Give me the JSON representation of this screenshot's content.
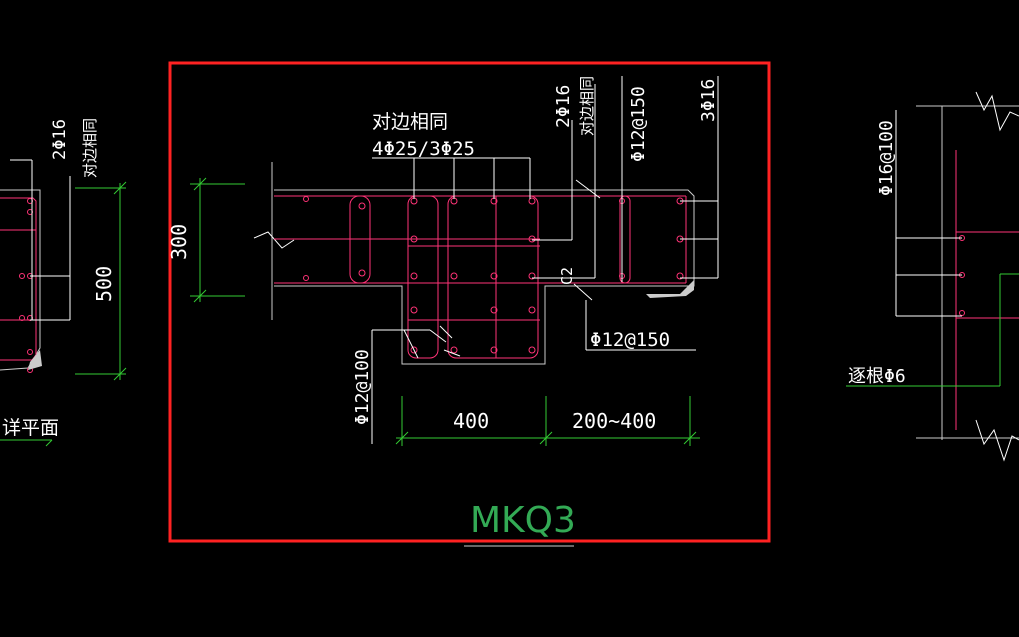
{
  "colors": {
    "background": "#000000",
    "text": "#ffffff",
    "dimension": "#33cc33",
    "rebar": "#ff3377",
    "concrete": "#cccccc",
    "highlight": "#ff2222",
    "title": "#33aa55"
  },
  "main_detail": {
    "title": "MKQ3",
    "note_line1": "对边相同",
    "note_line2": "4Φ25/3Φ25",
    "label_2phi16": "2Φ16",
    "label_opposite_same": "对边相同",
    "label_phi12_150_top": "Φ12@150",
    "label_3phi16": "3Φ16",
    "label_c2": "C2",
    "label_phi12_150_right": "Φ12@150",
    "label_phi12_100": "Φ12@100",
    "dim_300": "300",
    "dim_400": "400",
    "dim_200_400": "200~400"
  },
  "left_detail": {
    "label_2phi16": "2Φ16",
    "label_opposite_same": "对边相同",
    "dim_500": "500",
    "label_plan": "详平面"
  },
  "right_detail": {
    "label_phi16_100": "Φ16@100",
    "label_each_phi6": "逐根Φ6"
  }
}
